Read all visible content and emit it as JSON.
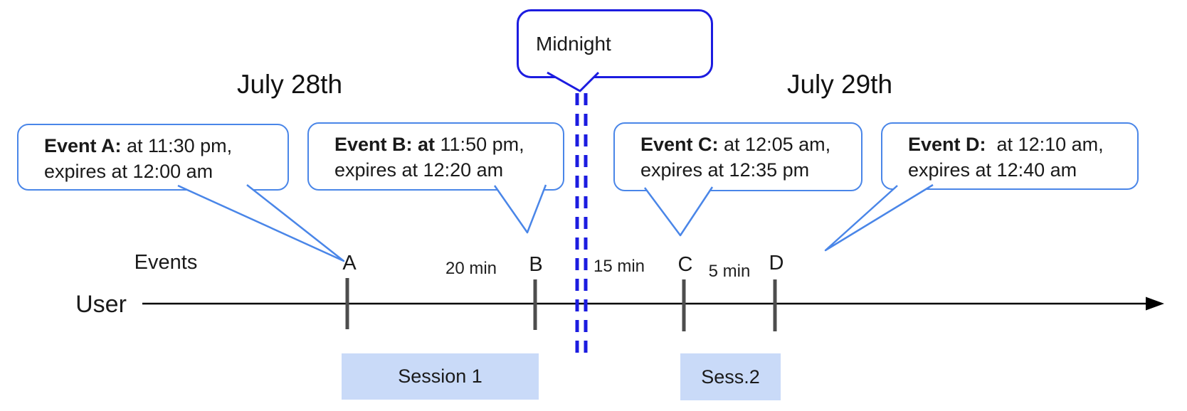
{
  "dates": {
    "july28": "July 28th",
    "july29": "July 29th"
  },
  "midnight": {
    "label": "Midnight"
  },
  "callouts": {
    "a": {
      "bold": "Event A:",
      "rest1": " at 11:30 pm,",
      "line2": "expires at 12:00 am"
    },
    "b": {
      "bold": "Event B: at",
      "rest1": " 11:50 pm,",
      "line2": "expires at 12:20 am"
    },
    "c": {
      "bold": "Event C:",
      "rest1": " at 12:05 am,",
      "line2": "expires at 12:35 pm"
    },
    "d": {
      "bold": "Event D:",
      "rest1": "  at 12:10 am,",
      "line2": "expires at 12:40 am"
    }
  },
  "timeline": {
    "events_label": "Events",
    "user_label": "User",
    "tick_labels": {
      "a": "A",
      "b": "B",
      "c": "C",
      "d": "D"
    },
    "intervals": {
      "ab": "20 min",
      "bc": "15 min",
      "cd": "5 min"
    }
  },
  "sessions": {
    "s1": "Session 1",
    "s2": "Sess.2"
  },
  "colors": {
    "callout_border": "#4a86e8",
    "midnight_blue": "#1c1ce0",
    "session_fill": "#c9daf8",
    "tick_color": "#4d4d4d",
    "axis_color": "#000000"
  }
}
